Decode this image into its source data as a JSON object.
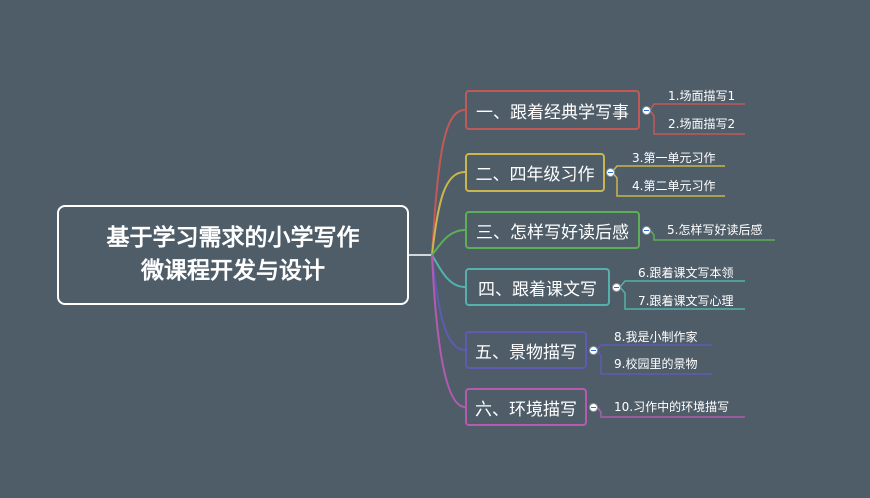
{
  "root": {
    "line1": "基于学习需求的小学写作",
    "line2": "微课程开发与设计"
  },
  "branches": [
    {
      "label": "一、跟着经典学写事",
      "color": "#c05a58",
      "leaves": [
        "1.场面描写1",
        "2.场面描写2"
      ]
    },
    {
      "label": "二、四年级习作",
      "color": "#c9b64f",
      "leaves": [
        "3.第一单元习作",
        "4.第二单元习作"
      ]
    },
    {
      "label": "三、怎样写好读后感",
      "color": "#5dae57",
      "leaves": [
        "5.怎样写好读后感"
      ]
    },
    {
      "label": "四、跟着课文写",
      "color": "#54b1ab",
      "leaves": [
        "6.跟着课文写本领",
        "7.跟着课文写心理"
      ]
    },
    {
      "label": "五、景物描写",
      "color": "#5f5bb3",
      "leaves": [
        "8.我是小制作家",
        "9.校园里的景物"
      ]
    },
    {
      "label": "六、环境描写",
      "color": "#b45bb0",
      "leaves": [
        "10.习作中的环境描写"
      ]
    }
  ]
}
